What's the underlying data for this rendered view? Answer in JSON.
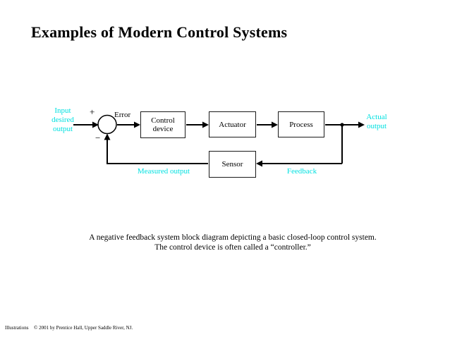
{
  "title": "Examples of Modern Control Systems",
  "colors": {
    "accent": "#00e0e0",
    "line": "#000000"
  },
  "diagram": {
    "input_label": "Input\ndesired\noutput",
    "plus_sign": "+",
    "minus_sign": "−",
    "error_label": "Error",
    "blocks": {
      "control": "Control\ndevice",
      "actuator": "Actuator",
      "process": "Process",
      "sensor": "Sensor"
    },
    "actual_output_label": "Actual\noutput",
    "measured_output_label": "Measured output",
    "feedback_label": "Feedback"
  },
  "caption": {
    "line1": "A negative feedback system block diagram depicting a basic closed-loop control system.",
    "line2": "The control device is often called a “controller.”"
  },
  "footer": {
    "label": "Illustrations",
    "copyright": "© 2001 by Prentice Hall, Upper Saddle River, NJ."
  }
}
